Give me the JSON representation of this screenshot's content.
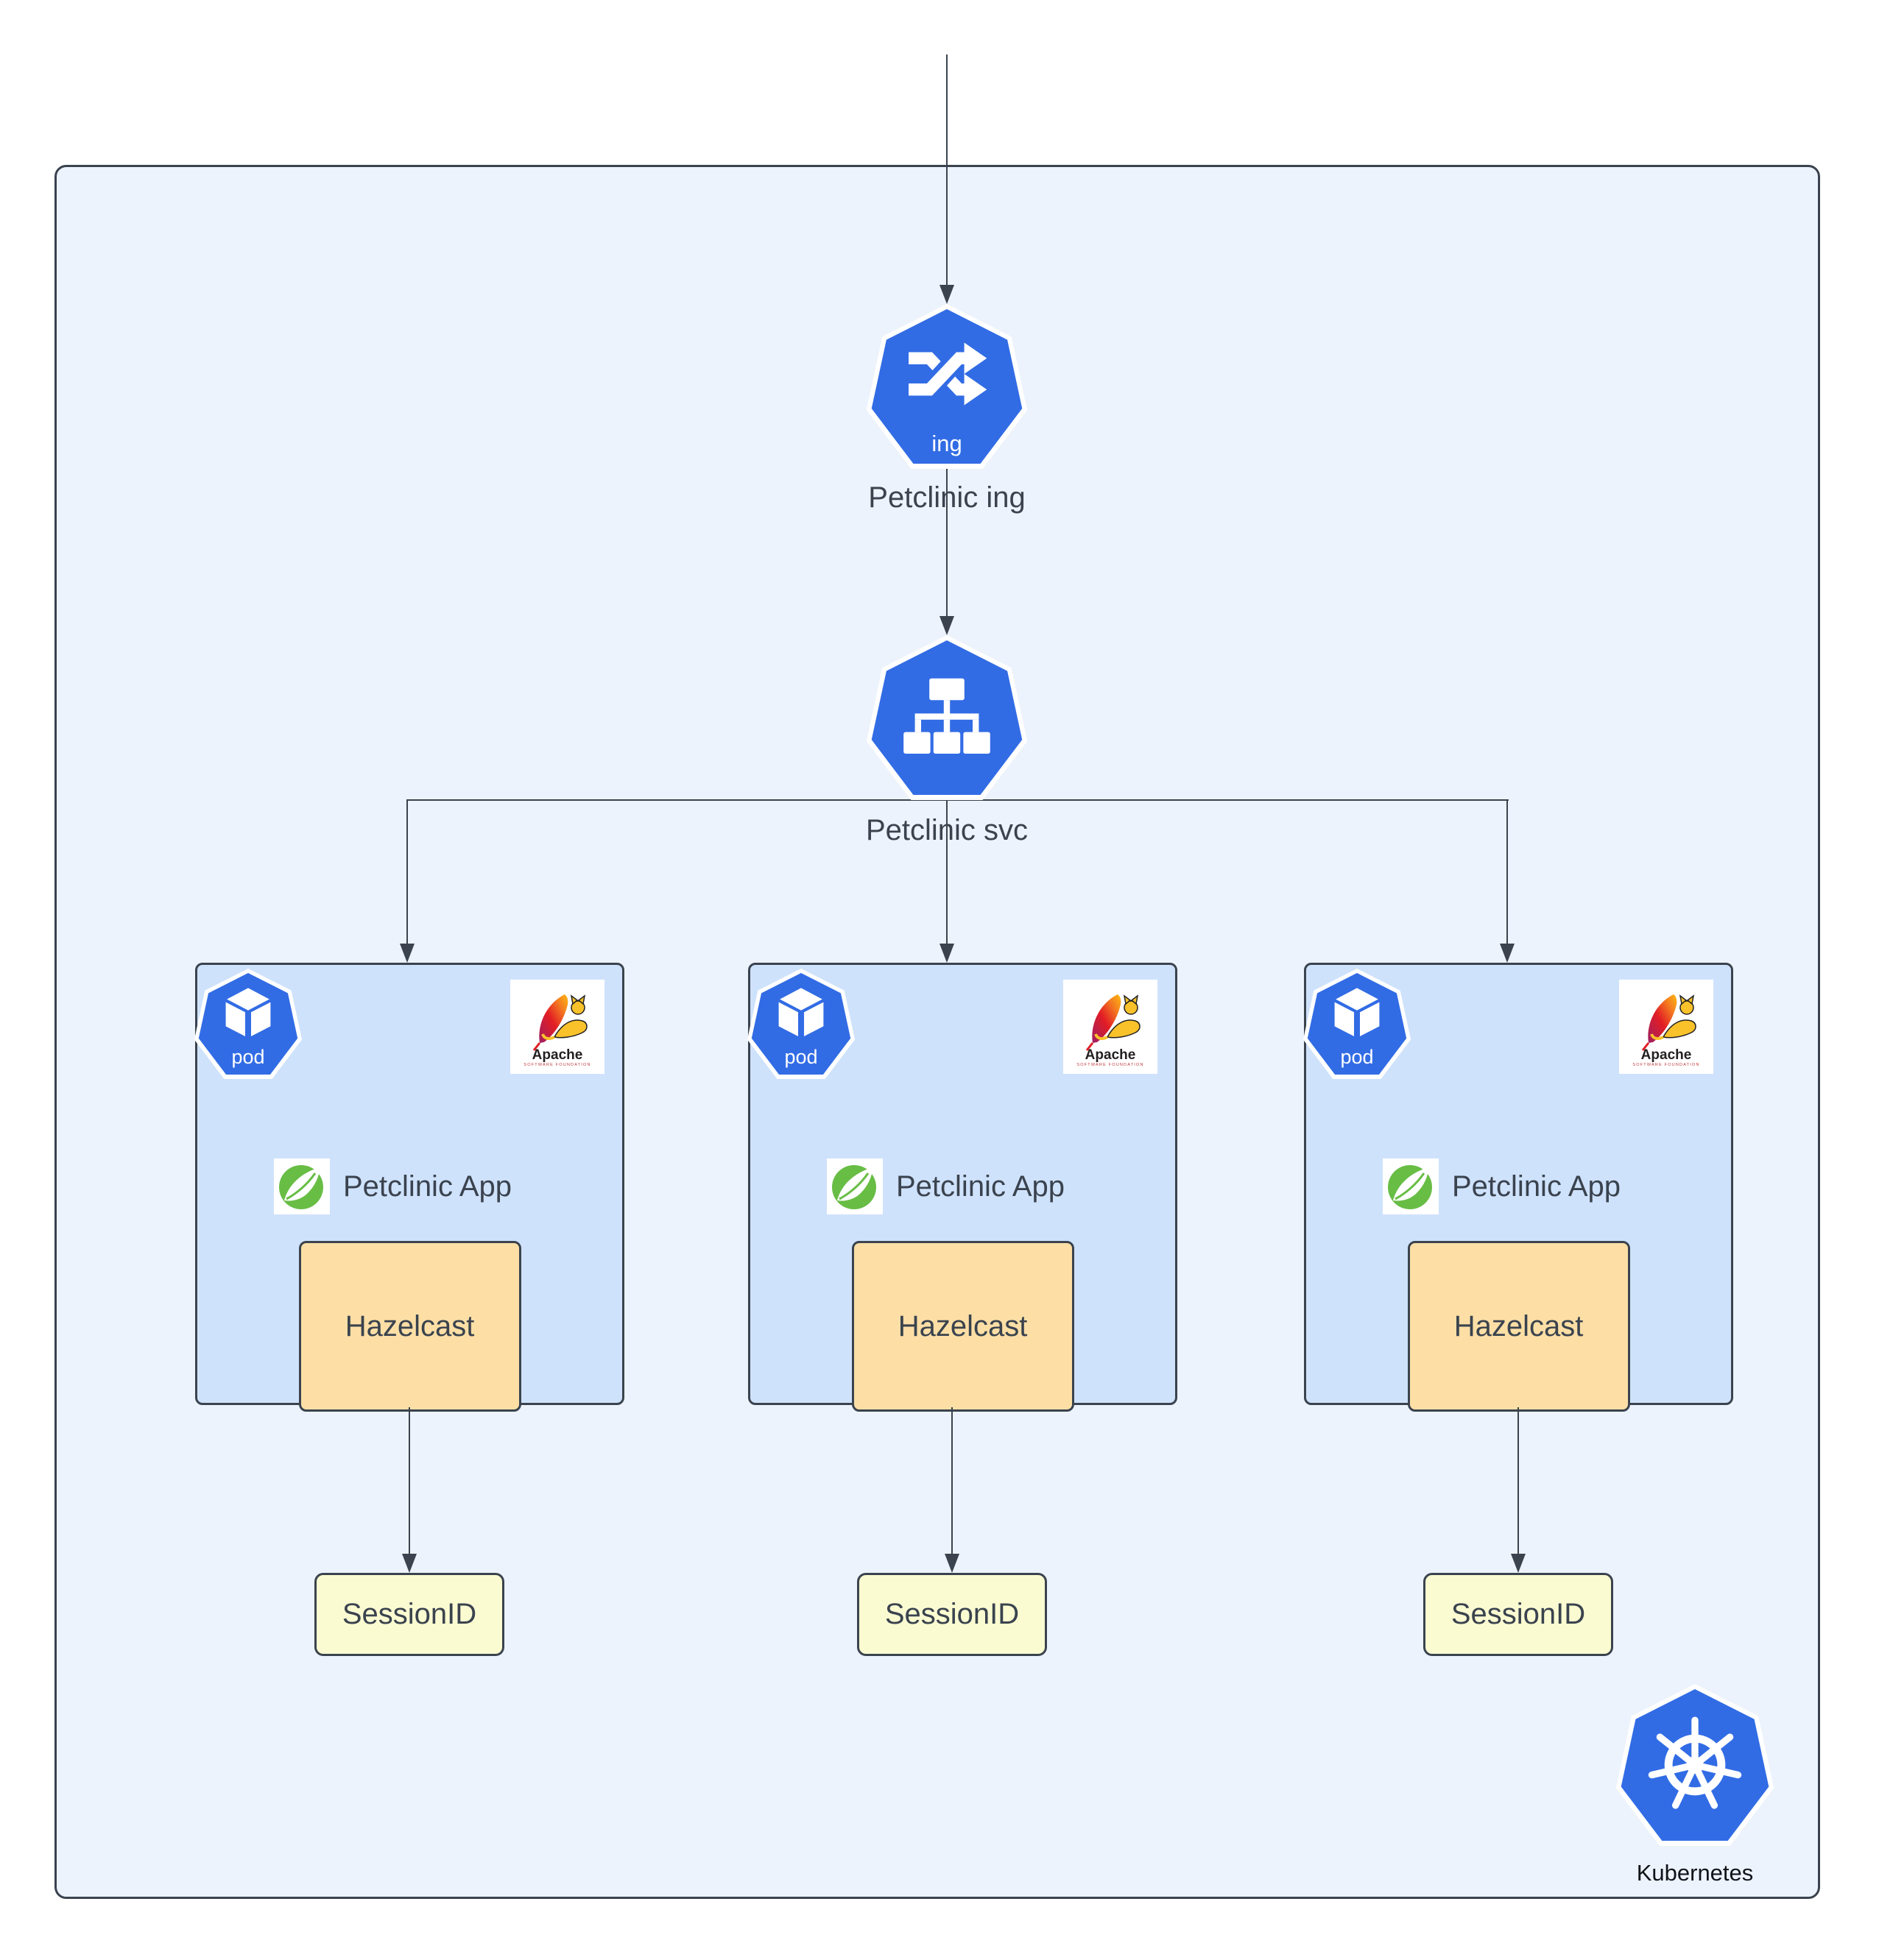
{
  "colors": {
    "k8s-blue": "#326ce5",
    "outer-fill": "#edf3fd",
    "pod-fill": "#cfe2fc",
    "hazelcast-fill": "#fddfa6",
    "session-fill": "#fbfbd2",
    "line": "#3a434e",
    "text": "#3a434e",
    "spring-green": "#68bd45",
    "tomcat-yellow": "#f9c22b"
  },
  "ingress": {
    "badge": "ing",
    "label": "Petclinic ing"
  },
  "service": {
    "label": "Petclinic svc"
  },
  "pods": [
    {
      "badge": "pod",
      "apache": {
        "title": "Apache",
        "subtitle": "SOFTWARE FOUNDATION"
      },
      "app_label": "Petclinic App",
      "cache_label": "Hazelcast",
      "session_label": "SessionID"
    },
    {
      "badge": "pod",
      "apache": {
        "title": "Apache",
        "subtitle": "SOFTWARE FOUNDATION"
      },
      "app_label": "Petclinic App",
      "cache_label": "Hazelcast",
      "session_label": "SessionID"
    },
    {
      "badge": "pod",
      "apache": {
        "title": "Apache",
        "subtitle": "SOFTWARE FOUNDATION"
      },
      "app_label": "Petclinic App",
      "cache_label": "Hazelcast",
      "session_label": "SessionID"
    }
  ],
  "kubernetes": {
    "label": "Kubernetes"
  }
}
